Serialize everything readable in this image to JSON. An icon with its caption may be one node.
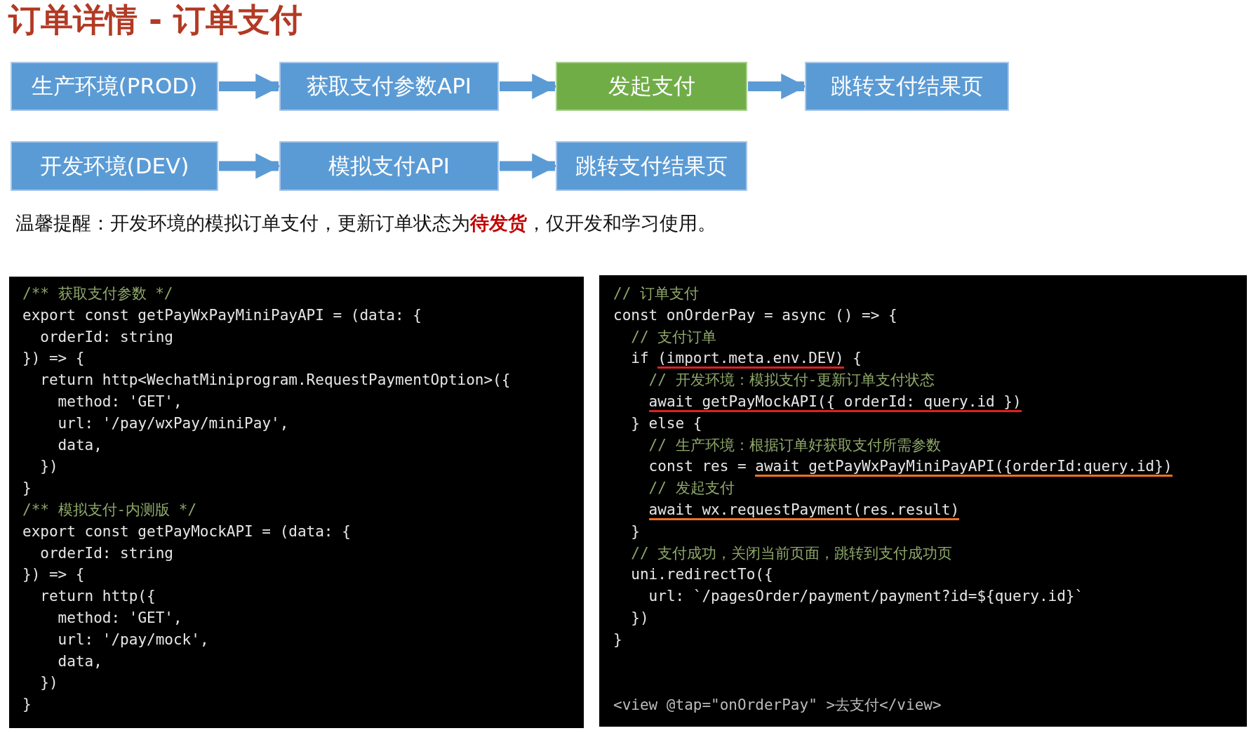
{
  "diagram": {
    "title": "订单详情 - 订单支付",
    "nodes": [
      {
        "text": [
          "生产环境(PROD)"
        ]
      },
      {
        "text": [
          "获取支付参数API"
        ]
      },
      {
        "text": [
          "发起支付"
        ]
      },
      {
        "text": [
          "跳转支付结果页"
        ]
      },
      {
        "text": [
          "开发环境(DEV)"
        ]
      },
      {
        "text": [
          "模拟支付API"
        ]
      },
      {
        "text": [
          "跳转支付结果页"
        ]
      }
    ],
    "edges": [
      {
        "from": 0,
        "to": 1,
        "arrow": "to"
      },
      {
        "from": 1,
        "to": 2,
        "arrow": "to"
      },
      {
        "from": 2,
        "to": 3,
        "arrow": "to"
      },
      {
        "from": 4,
        "to": 5,
        "arrow": "to"
      },
      {
        "from": 5,
        "to": 6,
        "arrow": "to"
      }
    ],
    "labels": [
      "温馨提醒：开发环境的模拟订单支付，更新订单状态为**待发货**，仅开发和学习使用。",
      "/** 获取支付参数 */",
      "export const getPayWxPayMiniPayAPI = (data: {",
      "orderId: string",
      "}) => {",
      "return http<WechatMiniprogram.RequestPaymentOption>({",
      "method: 'GET',",
      "url: '/pay/wxPay/miniPay',",
      "data,",
      "})",
      "}",
      "/** 模拟支付-内测版 */",
      "export const getPayMockAPI = (data: {",
      "orderId: string",
      "}) => {",
      "return http({",
      "method: 'GET',",
      "url: '/pay/mock',",
      "data,",
      "})",
      "}",
      "// 订单支付",
      "const onOrderPay = async () => {",
      "// 支付订单",
      "if (import.meta.env.DEV) {",
      "// 开发环境：模拟支付-更新订单支付状态",
      "await getPayMockAPI({ orderId: query.id })",
      "} else {",
      "// 生产环境：根据订单好获取支付所需参数",
      "const res = await getPayWxPayMiniPayAPI({orderId:query.id})",
      "// 发起支付",
      "await wx.requestPayment(res.result)",
      "}",
      "// 支付成功，关闭当前页面，跳转到支付成功页",
      "uni.redirectTo({",
      "url: `/pagesOrder/payment/payment?id=${query.id}`",
      "})",
      "}",
      "<view @tap=\"onOrderPay\" >去支付</view>"
    ]
  }
}
